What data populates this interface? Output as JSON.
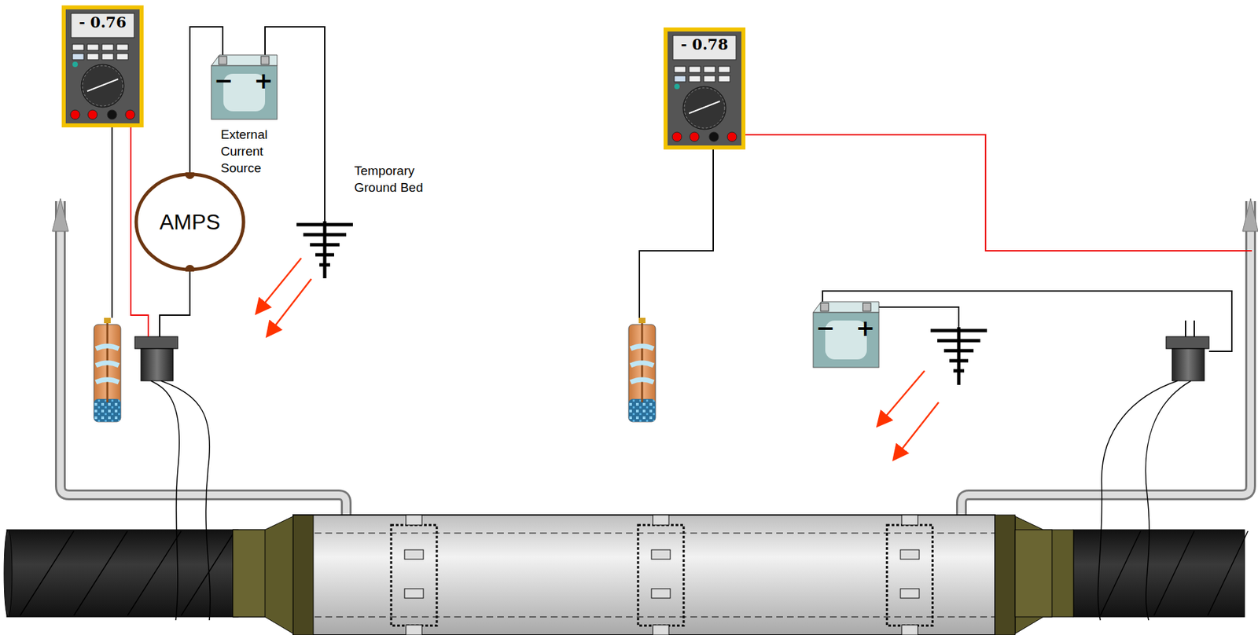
{
  "diagram": {
    "nodes": [
      {
        "text": [
          "- 0.76"
        ]
      },
      {
        "text": [
          "−",
          "+"
        ]
      },
      {
        "text": [
          "AMPS"
        ]
      },
      {
        "text": [
          "- 0.78"
        ]
      },
      {
        "text": [
          "−",
          "+"
        ]
      }
    ],
    "edges": [
      {
        "from": 1,
        "to": 2,
        "arrow": "none"
      }
    ],
    "labels": [
      "External Current Source",
      "Temporary Ground Bed"
    ]
  }
}
